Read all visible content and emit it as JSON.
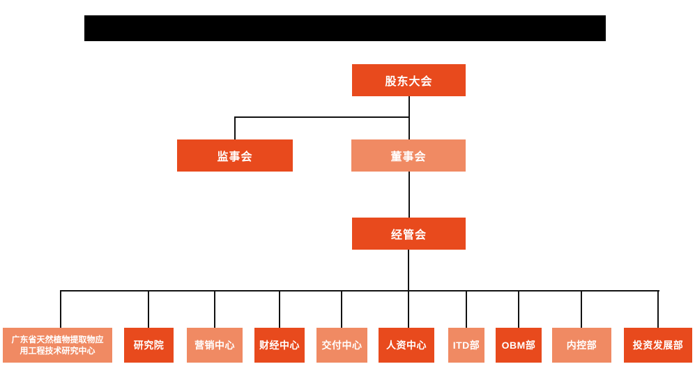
{
  "colors": {
    "primary_orange": "#e84a1d",
    "secondary_salmon": "#f08a63",
    "connector_line": "#111111",
    "redacted_bar": "#000000",
    "background": "#ffffff",
    "node_text": "#ffffff"
  },
  "org": {
    "root": {
      "label": "股东大会"
    },
    "supervisory": {
      "label": "监事会"
    },
    "board": {
      "label": "董事会"
    },
    "management": {
      "label": "经管会"
    },
    "departments": [
      {
        "label": "广东省天然植物提取物应用工程技术研究中心"
      },
      {
        "label": "研究院"
      },
      {
        "label": "营销中心"
      },
      {
        "label": "财经中心"
      },
      {
        "label": "交付中心"
      },
      {
        "label": "人资中心"
      },
      {
        "label": "ITD部"
      },
      {
        "label": "OBM部"
      },
      {
        "label": "内控部"
      },
      {
        "label": "投资发展部"
      }
    ]
  }
}
